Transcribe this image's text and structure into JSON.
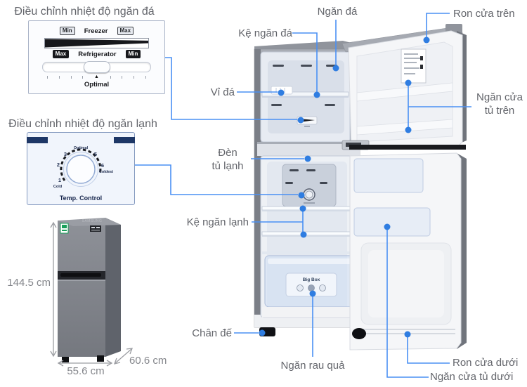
{
  "colors": {
    "annotation_line": "#4a90f4",
    "annotation_dot": "#2f7de1",
    "label_text": "#63656b",
    "navy": "#1e3766",
    "energy_label_green": "#18a05a"
  },
  "freezer_panel": {
    "title": "Điều chỉnh nhiệt độ ngăn đá",
    "min": "Min",
    "max": "Max",
    "freezer": "Freezer",
    "refrigerator": "Refrigerator",
    "optimal": "Optimal"
  },
  "cooler_panel": {
    "title": "Điều chỉnh nhiệt độ ngăn lạnh",
    "n1": "1",
    "n2": "2",
    "n3": "3",
    "n5": "5",
    "n6": "6",
    "optimal": "Optimal",
    "cold": "Cold",
    "coldest": "Coldest",
    "temp_control": "Temp. Control"
  },
  "dimensions": {
    "height": "144.5 cm",
    "width": "55.6 cm",
    "depth": "60.6 cm"
  },
  "small_fridge": {
    "brand": "SAMSUNG"
  },
  "fridge": {
    "big_box": "Big Box"
  },
  "callouts": {
    "ngan_da": "Ngăn đá",
    "ke_ngan_da": "Kệ ngăn đá",
    "ron_cua_tren": "Ron cửa trên",
    "vi_da": "Vỉ đá",
    "ngan_cua_tu_tren": "Ngăn cửa\ntủ trên",
    "den_tu_lanh": "Đèn\ntủ lạnh",
    "ke_ngan_lanh": "Kệ ngăn lạnh",
    "chan_de": "Chân đế",
    "ngan_rau_qua": "Ngăn rau quả",
    "ron_cua_duoi": "Ron cửa dưới",
    "ngan_cua_tu_duoi": "Ngăn cửa tủ dưới"
  }
}
